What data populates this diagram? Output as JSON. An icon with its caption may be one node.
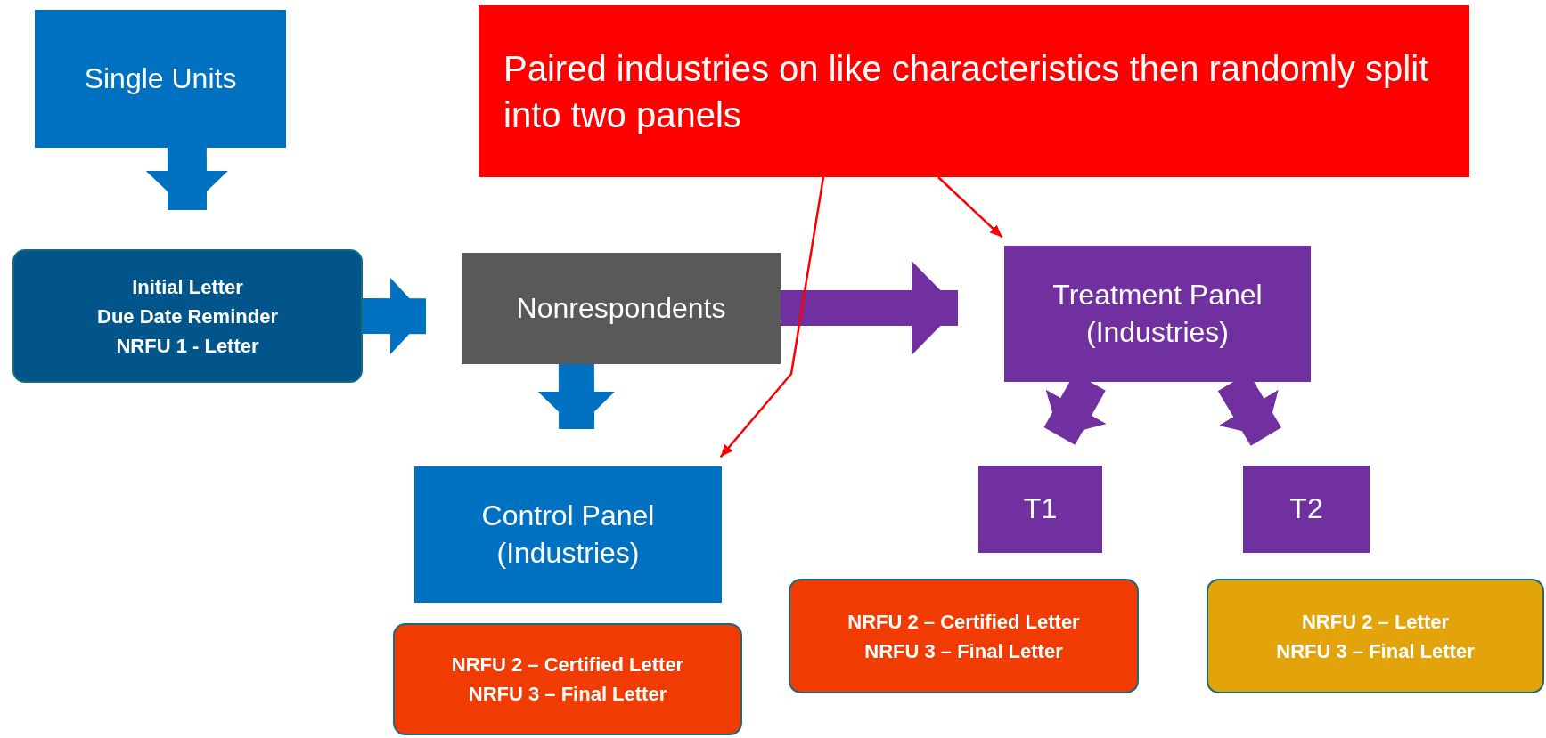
{
  "diagram": {
    "nodes": [
      {
        "text": [
          "Single Units"
        ]
      },
      {
        "text": [
          "Paired industries on like characteristics then randomly split into two panels"
        ]
      },
      {
        "text": [
          "Initial Letter",
          "Due Date Reminder",
          "NRFU 1 - Letter"
        ]
      },
      {
        "text": [
          "Nonrespondents"
        ]
      },
      {
        "text": [
          "Treatment Panel (Industries)"
        ]
      },
      {
        "text": [
          "T1"
        ]
      },
      {
        "text": [
          "T2"
        ]
      },
      {
        "text": [
          "Control Panel (Industries)"
        ]
      },
      {
        "text": [
          "NRFU 2 – Certified Letter",
          "NRFU 3 – Final Letter"
        ]
      },
      {
        "text": [
          "NRFU 2 – Certified Letter",
          "NRFU 3 – Final Letter"
        ]
      },
      {
        "text": [
          "NRFU 2 – Letter",
          "NRFU 3 – Final Letter"
        ]
      }
    ],
    "edges": [
      {
        "from": 0,
        "to": 2,
        "arrow": "to"
      },
      {
        "from": 2,
        "to": 3,
        "arrow": "to"
      },
      {
        "from": 3,
        "to": 4,
        "arrow": "to",
        "color": "#7030a0"
      },
      {
        "from": 3,
        "to": 7,
        "arrow": "to"
      },
      {
        "from": 4,
        "to": 5,
        "arrow": "to",
        "color": "#7030a0"
      },
      {
        "from": 4,
        "to": 6,
        "arrow": "to",
        "color": "#7030a0"
      },
      {
        "from": 1,
        "to": 7,
        "arrow": "to",
        "color": "#ff0000"
      },
      {
        "from": 1,
        "to": 4,
        "arrow": "to",
        "color": "#ff0000"
      }
    ]
  }
}
